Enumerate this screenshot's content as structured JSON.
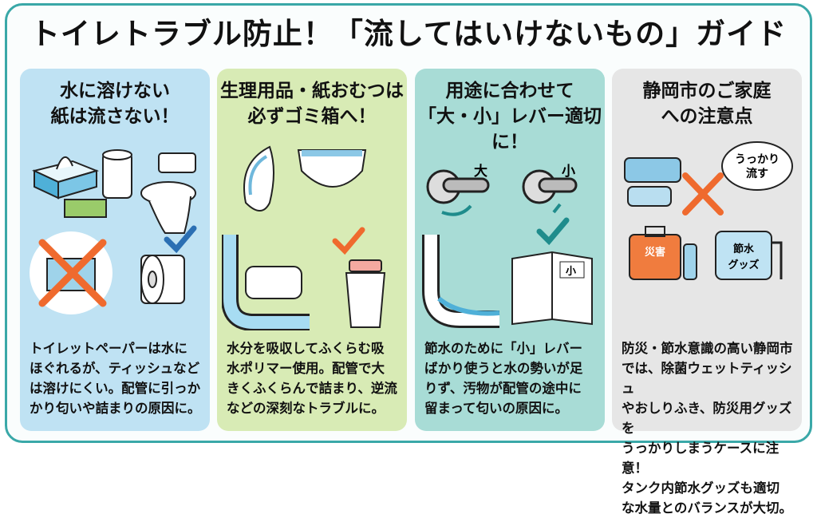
{
  "title": "トイレトラブル防止！「流してはいけないもの」ガイド",
  "panels": [
    {
      "heading": "水に溶けない\n紙は流さない！",
      "body": "トイレットペーパーは水に\nほぐれるが、ティッシュなど\nは溶けにくい。配管に引っか\nかり匂いや詰まりの原因に。"
    },
    {
      "heading": "生理用品・紙おむつは\n必ずゴミ箱へ！",
      "body": "水分を吸収してふくらむ吸\n水ポリマー使用。配管で大\nきくふくらんで詰まり、逆流\nなどの深刻なトラブルに。"
    },
    {
      "heading": "用途に合わせて\n「大・小」レバー適切に！",
      "body": "節水のために「小」レバー\nばかり使うと水の勢いが足\nりず、汚物が配管の途中に\n留まって匂いの原因に。",
      "lever_big": "大",
      "lever_small": "小",
      "book_label": "小"
    },
    {
      "heading": "静岡市のご家庭\nへの注意点",
      "body": "防災・節水意識の高い静岡市\nでは、除菌ウェットティッシュ\nやおしりふき、防災用グッズを\nうっかりしまうケースに注意！\nタンク内節水グッズも適切\nな水量とのバランスが大切。",
      "bubble": "うっかり\n流す",
      "kit_label": "災害",
      "goods_label_1": "節水",
      "goods_label_2": "グッズ"
    }
  ],
  "colors": {
    "border": "#3aa8a8",
    "check": "#2b6fb3",
    "cross": "#ef6a2e"
  }
}
